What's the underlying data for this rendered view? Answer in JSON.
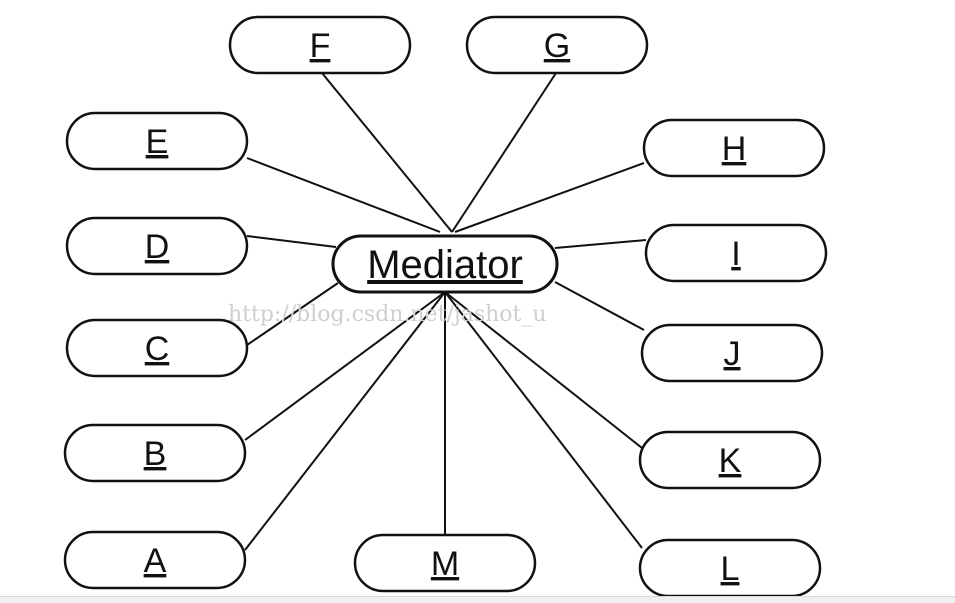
{
  "diagram": {
    "hub": {
      "label": "Mediator"
    },
    "nodes": [
      {
        "id": "F",
        "label": "F"
      },
      {
        "id": "G",
        "label": "G"
      },
      {
        "id": "E",
        "label": "E"
      },
      {
        "id": "H",
        "label": "H"
      },
      {
        "id": "D",
        "label": "D"
      },
      {
        "id": "I",
        "label": "I"
      },
      {
        "id": "C",
        "label": "C"
      },
      {
        "id": "J",
        "label": "J"
      },
      {
        "id": "B",
        "label": "B"
      },
      {
        "id": "K",
        "label": "K"
      },
      {
        "id": "A",
        "label": "A"
      },
      {
        "id": "M",
        "label": "M"
      },
      {
        "id": "L",
        "label": "L"
      }
    ],
    "watermark": "http://blog.csdn.net/jashot_u"
  }
}
